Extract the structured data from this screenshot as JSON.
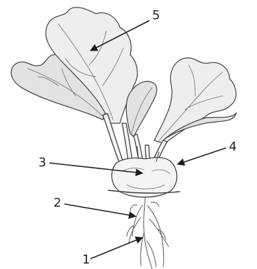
{
  "diagram": {
    "labels": [
      {
        "id": "1",
        "text": "1"
      },
      {
        "id": "2",
        "text": "2"
      },
      {
        "id": "3",
        "text": "3"
      },
      {
        "id": "4",
        "text": "4"
      },
      {
        "id": "5",
        "text": "5"
      }
    ]
  },
  "colors": {
    "ink": "#3a3a3a",
    "leaf_fill": "#eeeeee",
    "background": "#ffffff"
  }
}
